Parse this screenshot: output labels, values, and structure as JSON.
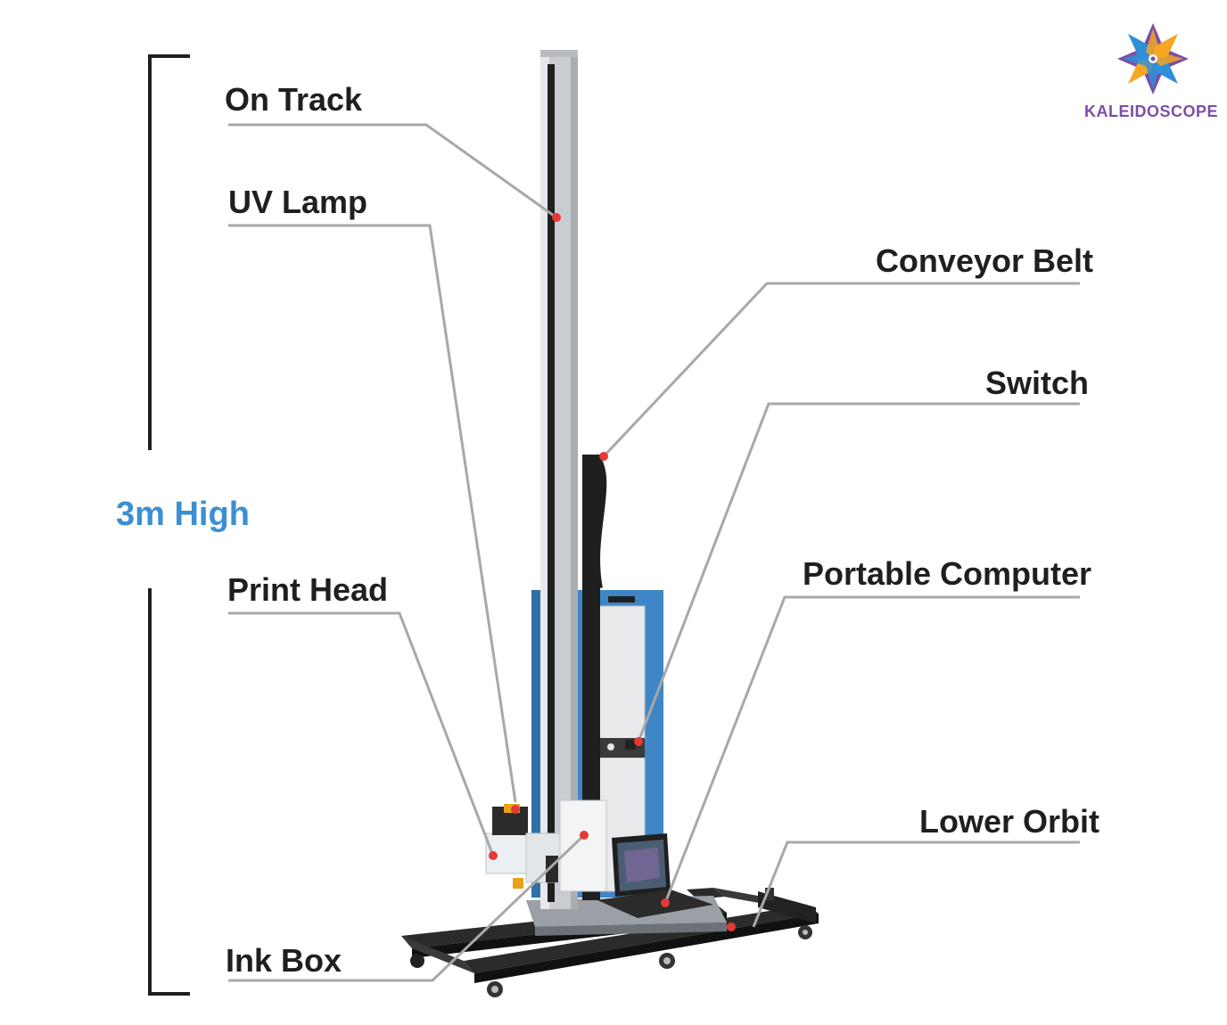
{
  "colors": {
    "label_text": "#1f1f1f",
    "height_text": "#3b8fd2",
    "leader_line": "#a8a8a8",
    "marker_dot": "#e53935",
    "cabinet_blue": "#3f86c6",
    "rail_silver": "#c9ccd0",
    "frame_dark": "#2b2b2b",
    "brand_purple": "#7a4fa6",
    "brand_yellow": "#f5a623",
    "brand_blue": "#2f8fd8"
  },
  "labels": {
    "on_track": "On Track",
    "uv_lamp": "UV Lamp",
    "conveyor_belt": "Conveyor Belt",
    "switch": "Switch",
    "print_head": "Print Head",
    "portable_computer": "Portable Computer",
    "lower_orbit": "Lower Orbit",
    "ink_box": "Ink Box"
  },
  "height_indicator": "3m High",
  "brand": {
    "name": "KALEIDOSCOPE",
    "icon": "kaleidoscope-logo-icon"
  }
}
